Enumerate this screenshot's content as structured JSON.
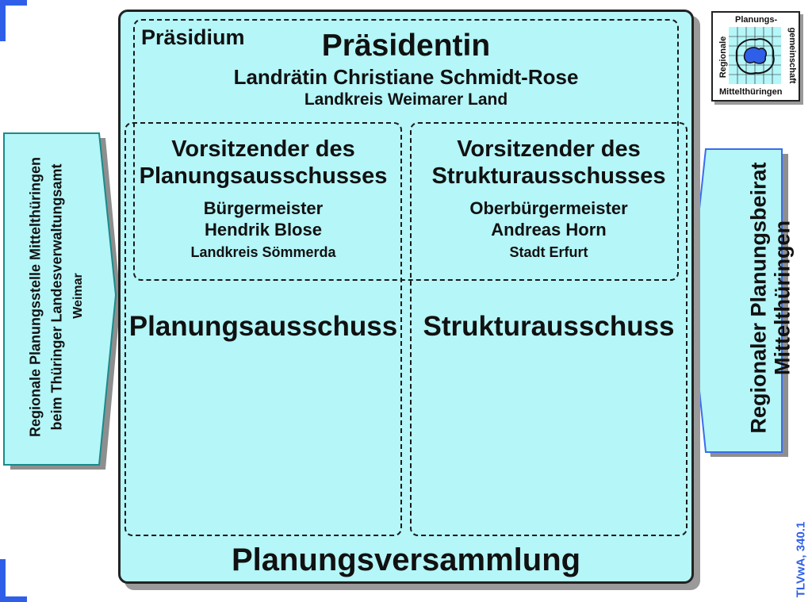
{
  "praesidium": {
    "label": "Präsidium",
    "title": "Präsidentin",
    "name": "Landrätin Christiane Schmidt-Rose",
    "district": "Landkreis Weimarer Land"
  },
  "left_chair": {
    "title_line1": "Vorsitzender des",
    "title_line2": "Planungsausschusses",
    "role": "Bürgermeister",
    "name": "Hendrik Blose",
    "district": "Landkreis Sömmerda"
  },
  "right_chair": {
    "title_line1": "Vorsitzender des",
    "title_line2": "Strukturausschusses",
    "role": "Oberbürgermeister",
    "name": "Andreas Horn",
    "district": "Stadt Erfurt"
  },
  "committees": {
    "left": "Planungsausschuss",
    "right": "Strukturausschuss"
  },
  "assembly": "Planungsversammlung",
  "left_office": {
    "line1": "Regionale Planungsstelle Mittelthüringen",
    "line2": "beim Thüringer Landesverwaltungsamt",
    "line3": "Weimar"
  },
  "right_board": {
    "line1": "Regionaler Planungsbeirat",
    "line2": "Mittelthüringen"
  },
  "logo": {
    "top": "Planungs-",
    "right": "gemeinschaft",
    "left": "Regionale",
    "bottom": "Mittelthüringen"
  },
  "reference": "TLVwA, 340.1",
  "colors": {
    "fill": "#b5f6f8",
    "corner_accent": "#2f5fe8",
    "left_box_border": "#1a8a8a",
    "right_box_border": "#3a6cf0",
    "reference_text": "#2f5fe8"
  }
}
